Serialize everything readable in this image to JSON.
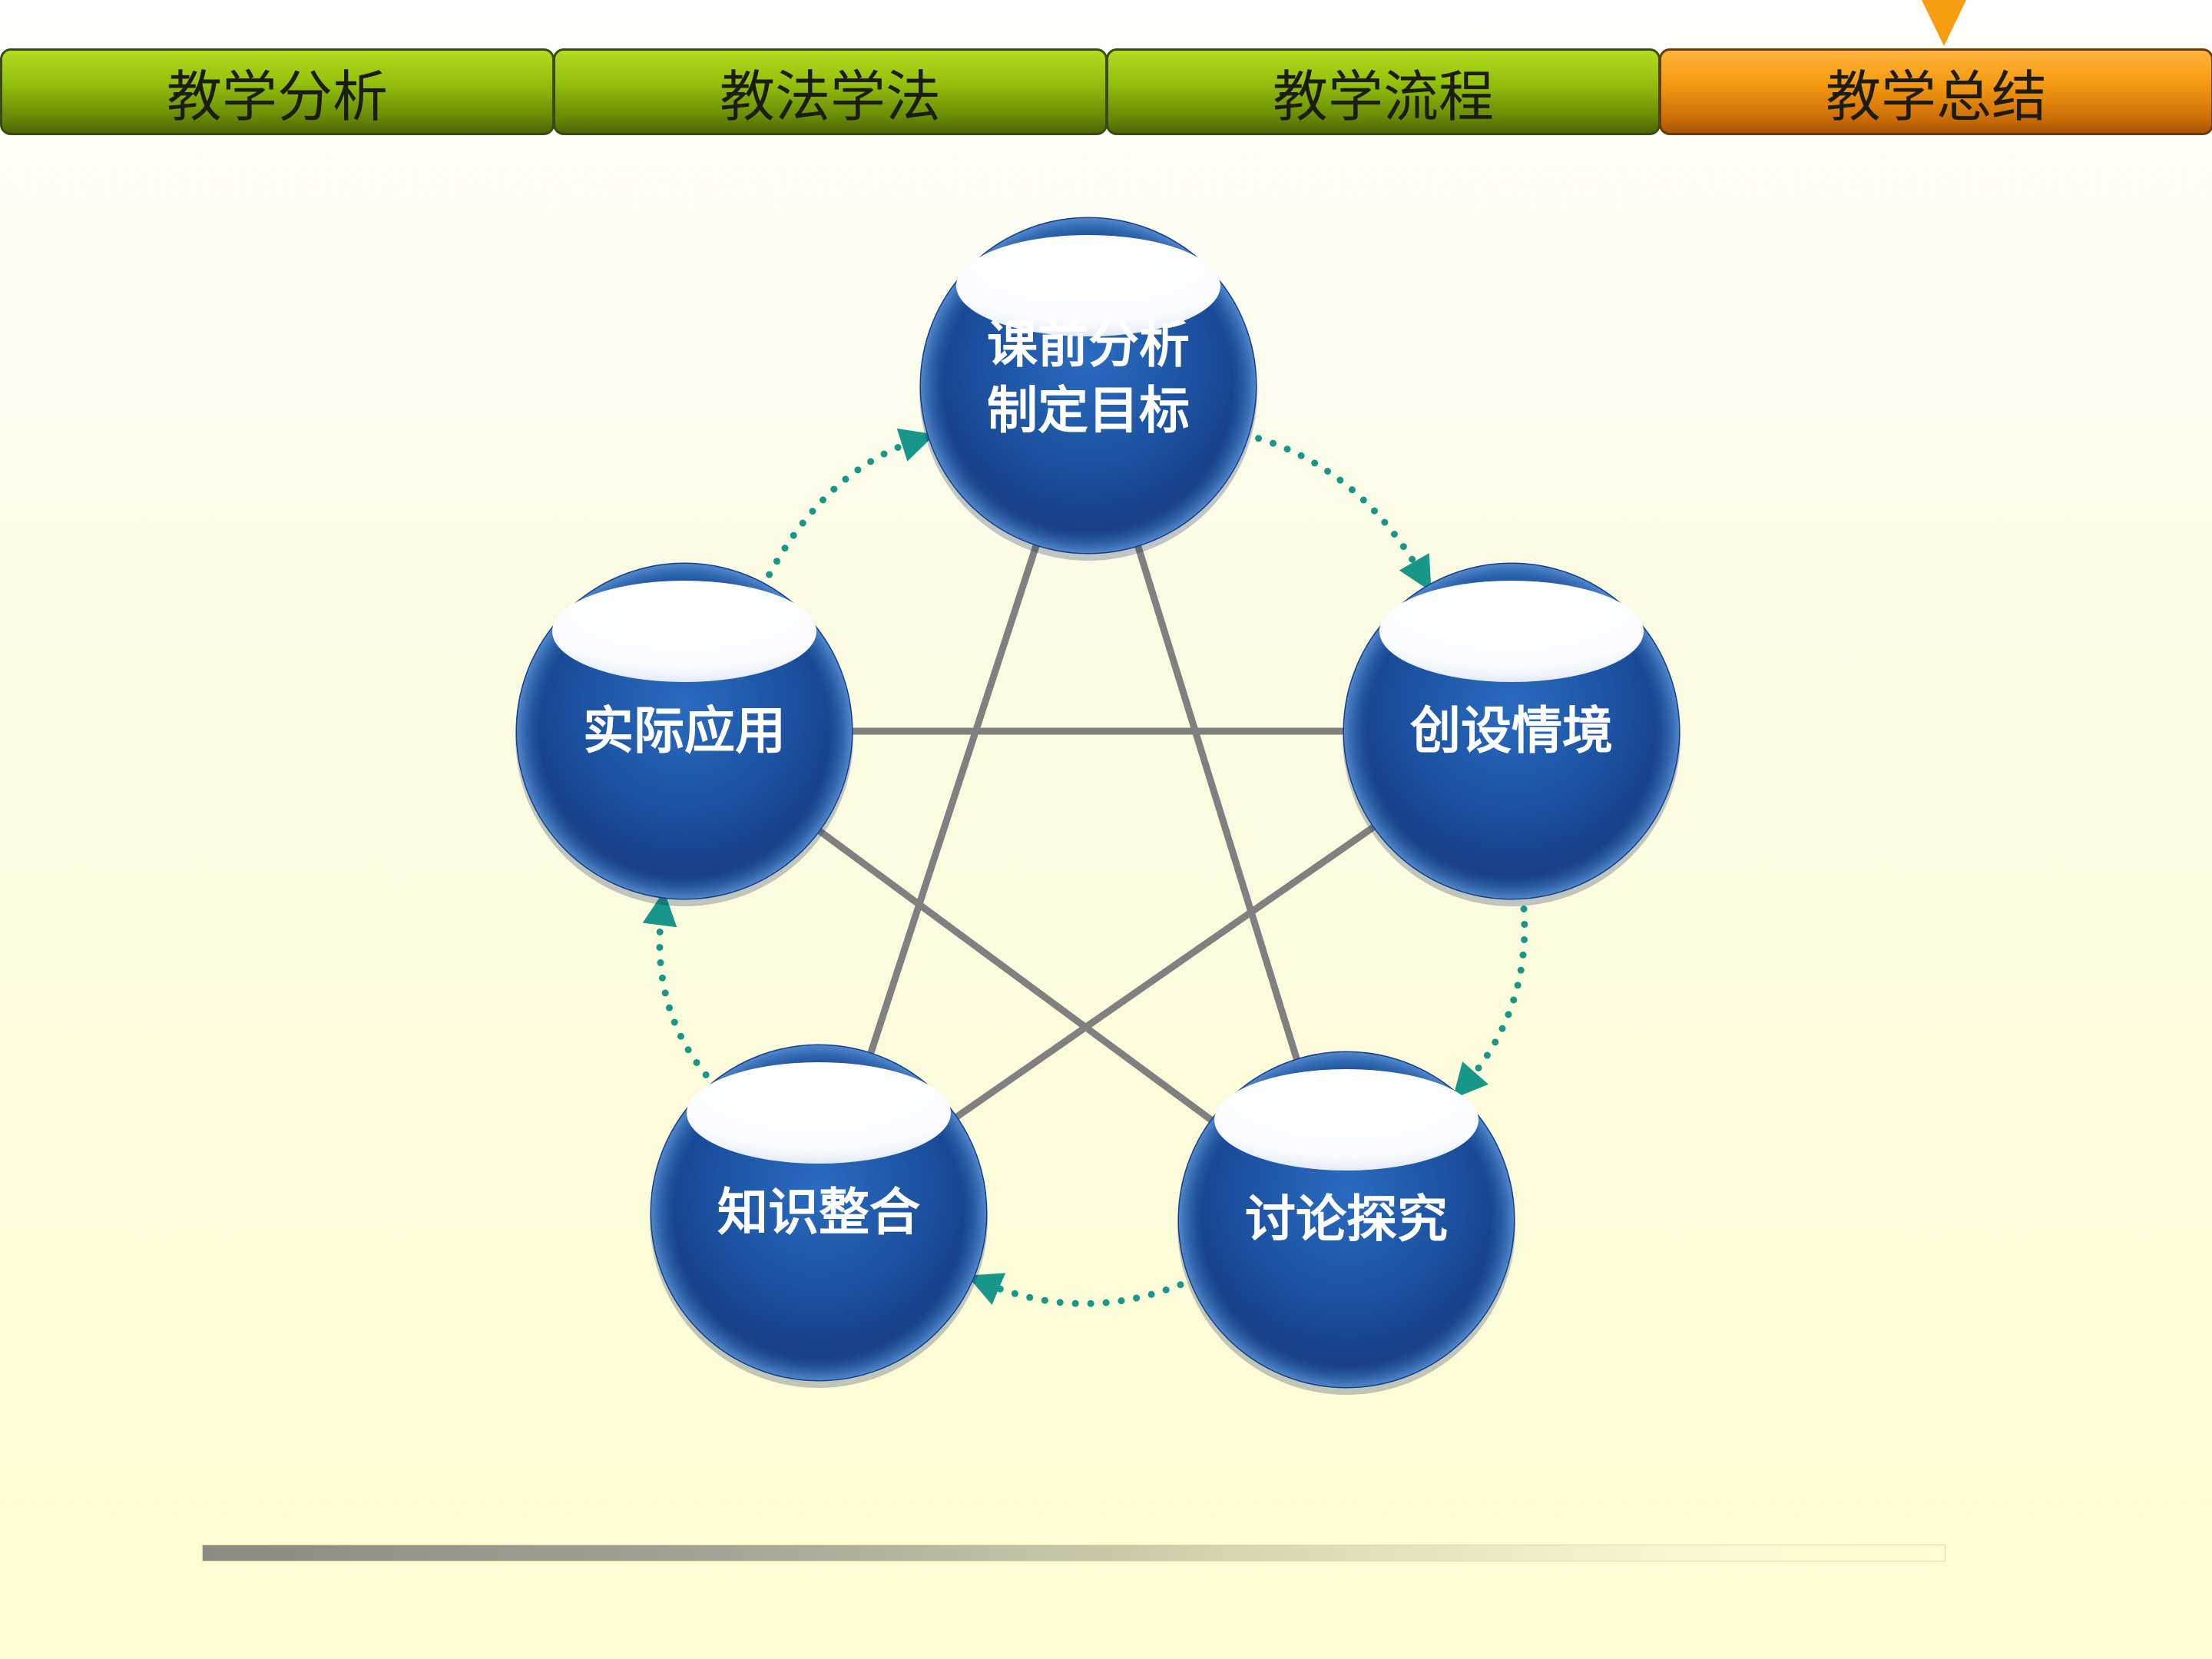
{
  "tabs": [
    {
      "label": "教学分析",
      "state": "normal"
    },
    {
      "label": "教法学法",
      "state": "normal"
    },
    {
      "label": "教学流程",
      "state": "normal"
    },
    {
      "label": "教学总结",
      "state": "active"
    }
  ],
  "nodes": [
    {
      "id": "prep",
      "lines": [
        "课前分析",
        "制定目标"
      ]
    },
    {
      "id": "context",
      "lines": [
        "创设情境"
      ]
    },
    {
      "id": "explore",
      "lines": [
        "讨论探究"
      ]
    },
    {
      "id": "integrate",
      "lines": [
        "知识整合"
      ]
    },
    {
      "id": "apply",
      "lines": [
        "实际应用"
      ]
    }
  ],
  "colors": {
    "node_blue": "#1c4f9e",
    "star_line": "#808080",
    "cycle_arrow": "#18968a",
    "active_tab": "#f59a12",
    "tab_green": "#93c00c"
  }
}
